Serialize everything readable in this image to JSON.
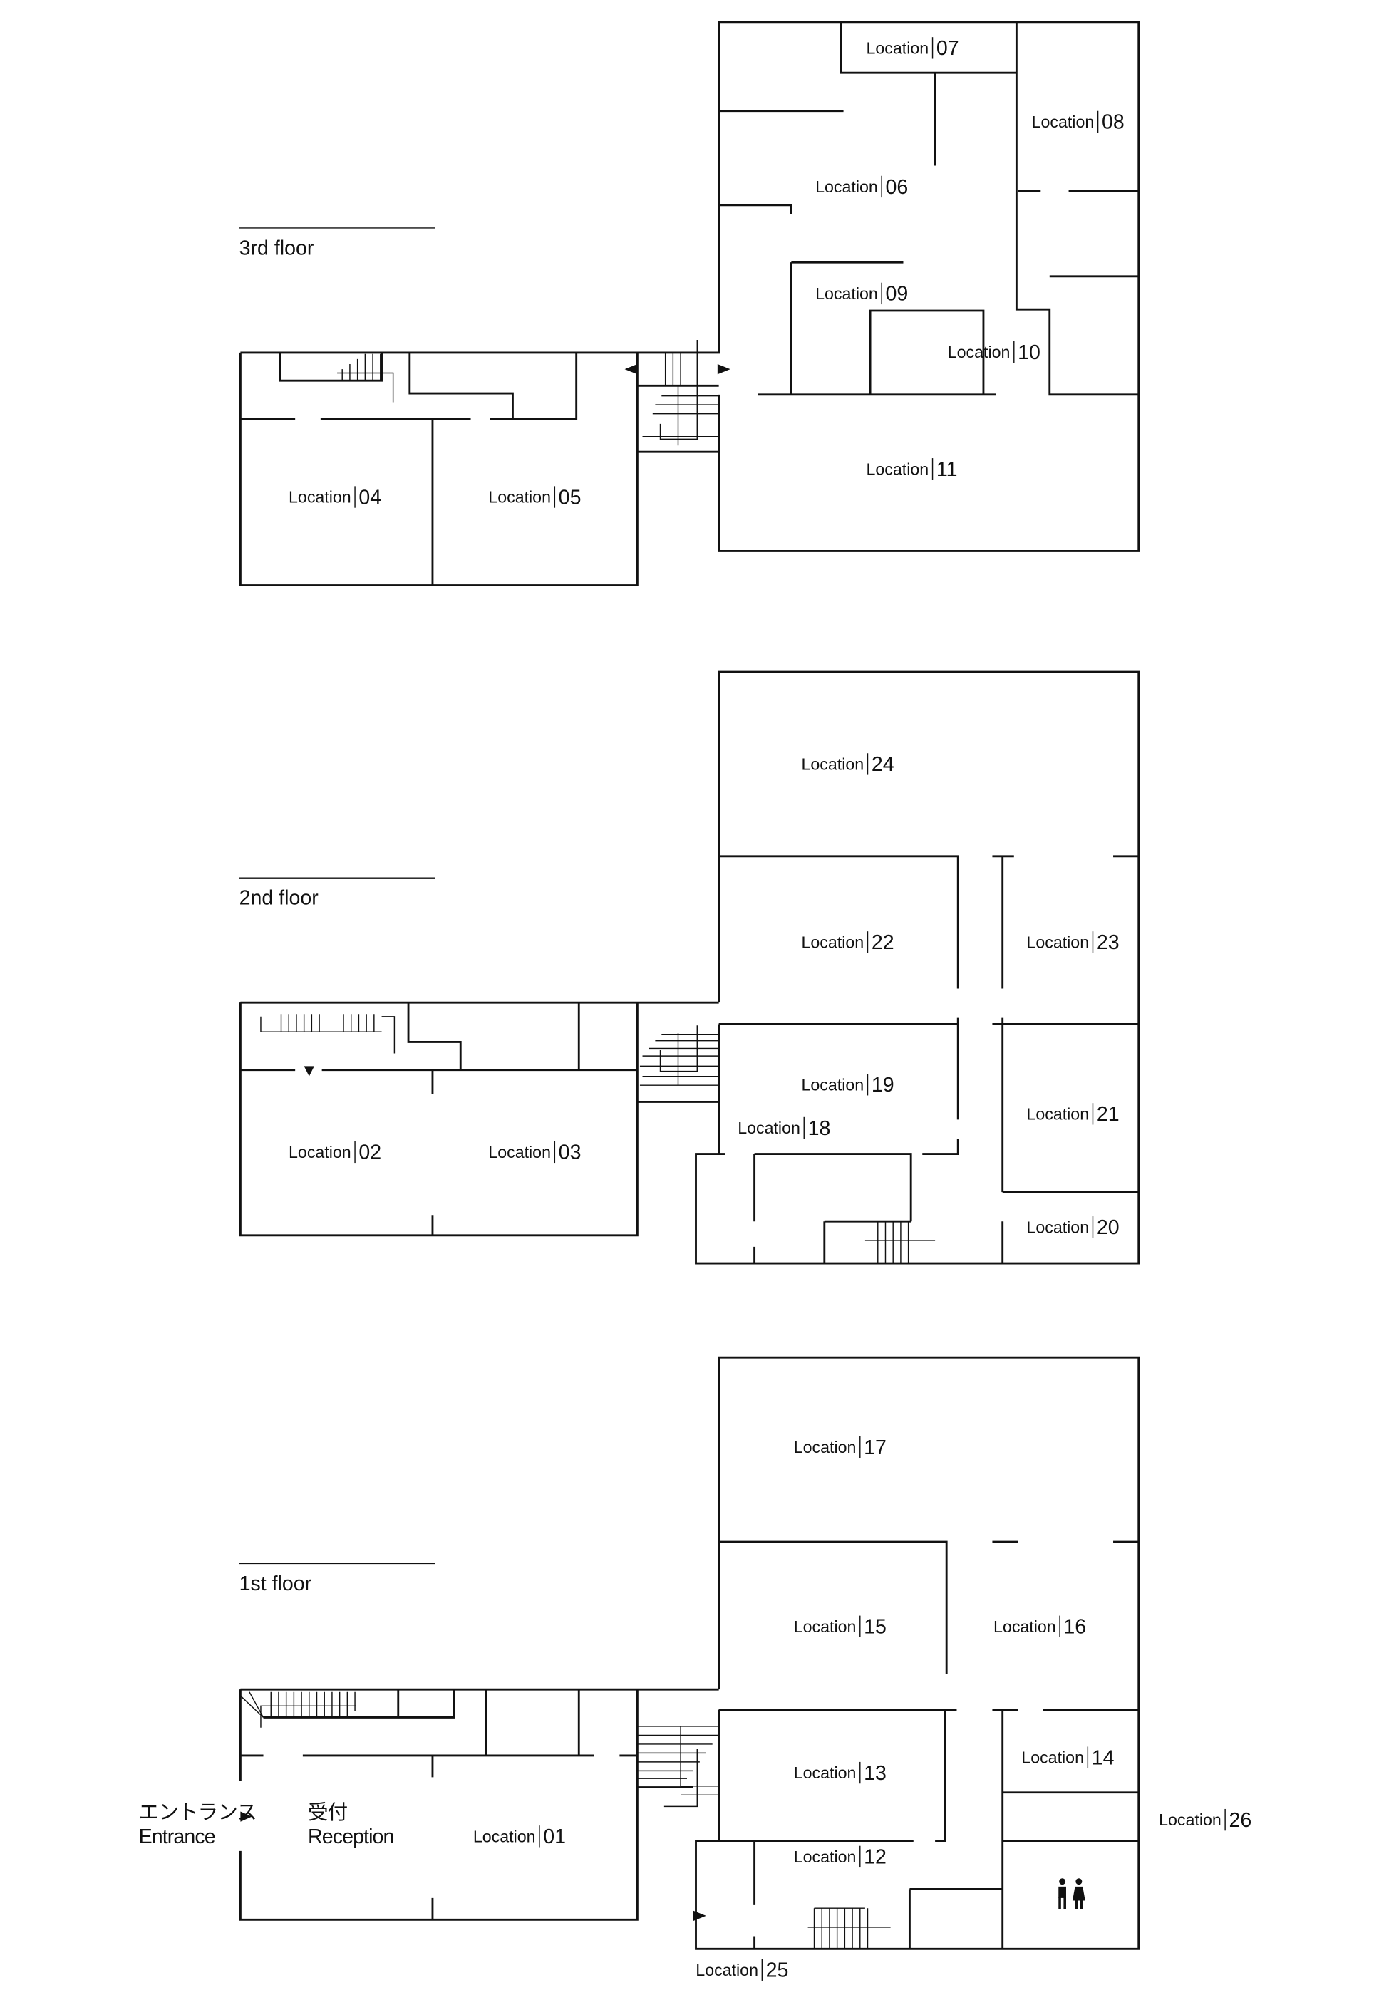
{
  "floors": {
    "third": "3rd floor",
    "second": "2nd floor",
    "first": "1st floor"
  },
  "entrance": {
    "jp": "エントランス",
    "en": "Entrance"
  },
  "reception": {
    "jp": "受付",
    "en": "Reception"
  },
  "location_word": "Location",
  "locations": [
    "01",
    "02",
    "03",
    "04",
    "05",
    "06",
    "07",
    "08",
    "09",
    "10",
    "11",
    "12",
    "13",
    "14",
    "15",
    "16",
    "17",
    "18",
    "19",
    "20",
    "21",
    "22",
    "23",
    "24",
    "25",
    "26"
  ],
  "icons": {
    "restroom": "restroom-icon",
    "direction": "arrow-icon"
  }
}
